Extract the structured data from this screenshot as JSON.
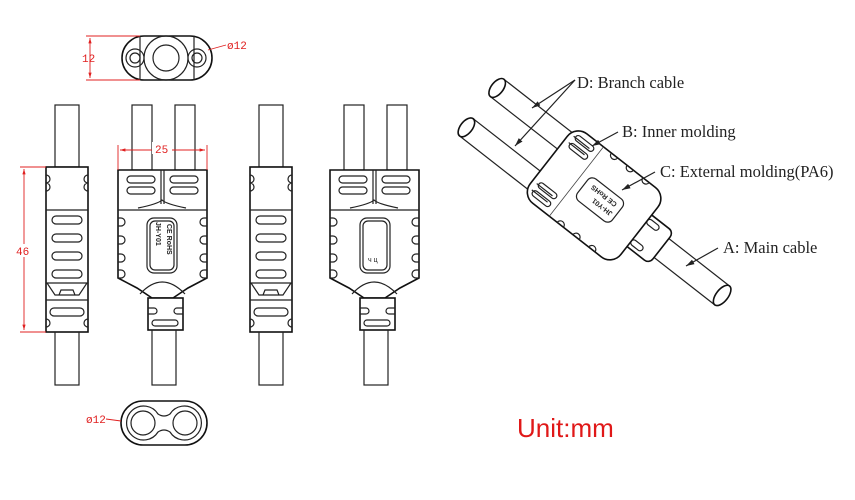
{
  "dimensions": {
    "top_height": "12",
    "top_diameter": "ø12",
    "width": "25",
    "length": "46",
    "bottom_diameter": "ø12"
  },
  "body_marking": {
    "model": "JH-Y01",
    "cert": "CE RoHS",
    "back_mark": "ч ц"
  },
  "labels": {
    "branch_cable": "D: Branch cable",
    "inner_molding": "B: Inner molding",
    "external_molding": "C: External molding(PA6)",
    "main_cable": "A: Main cable"
  },
  "unit": "Unit:mm",
  "colors": {
    "dimension": "#e02020",
    "line": "#222222"
  }
}
